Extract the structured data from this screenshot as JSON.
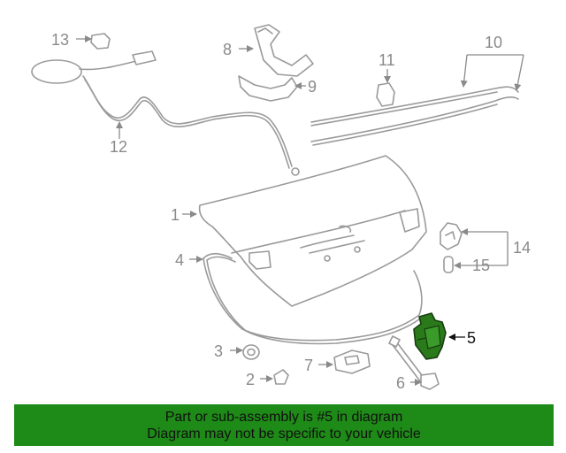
{
  "diagram": {
    "callouts": [
      {
        "id": "13",
        "label": "13"
      },
      {
        "id": "8",
        "label": "8"
      },
      {
        "id": "9",
        "label": "9"
      },
      {
        "id": "11",
        "label": "11"
      },
      {
        "id": "10",
        "label": "10"
      },
      {
        "id": "12",
        "label": "12"
      },
      {
        "id": "1",
        "label": "1"
      },
      {
        "id": "4",
        "label": "4"
      },
      {
        "id": "14",
        "label": "14"
      },
      {
        "id": "15",
        "label": "15"
      },
      {
        "id": "5",
        "label": "5"
      },
      {
        "id": "3",
        "label": "3"
      },
      {
        "id": "7",
        "label": "7"
      },
      {
        "id": "2",
        "label": "2"
      },
      {
        "id": "6",
        "label": "6"
      }
    ],
    "highlight_color": "#2a7a1c",
    "part_color": "#9a9a9a"
  },
  "banner": {
    "line1": "Part or sub-assembly is #5 in diagram",
    "line2": "Diagram may not be specific to your vehicle",
    "color": "#1e8a17"
  }
}
